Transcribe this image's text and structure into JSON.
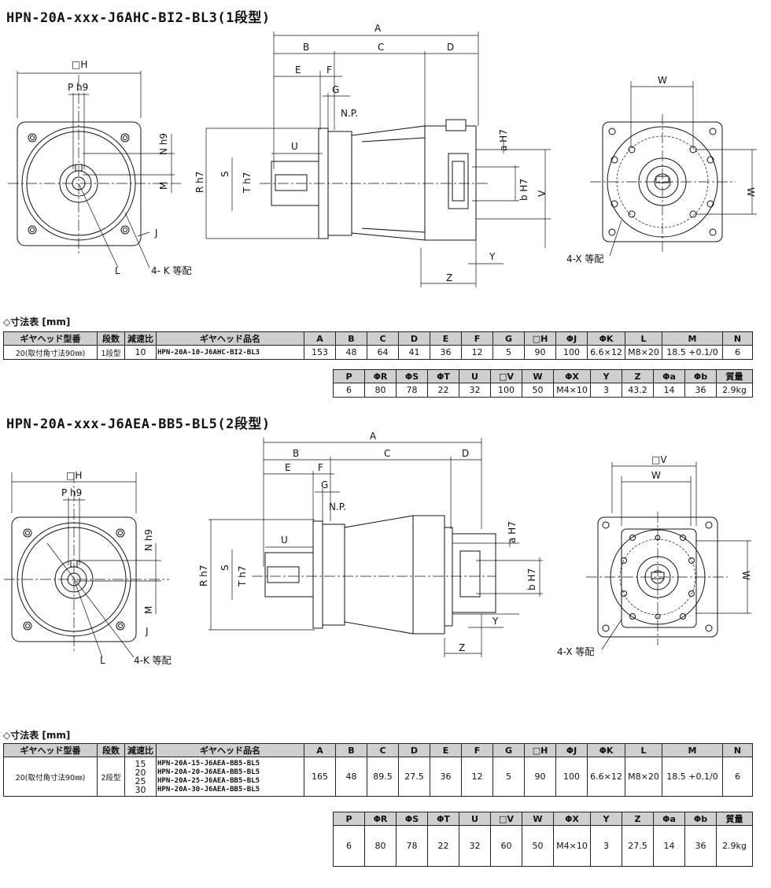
{
  "section1": {
    "title": "HPN-20A-xxx-J6AHC-BI2-BL3(1段型)",
    "labels": {
      "A": "A",
      "B": "B",
      "C": "C",
      "D": "D",
      "E": "E",
      "F": "F",
      "G": "G",
      "NP": "N.P.",
      "U": "U",
      "H": "□H",
      "Ph9": "P h9",
      "Nh9": "N h9",
      "M": "M",
      "J": "J",
      "L": "L",
      "K4": "4-  K 等配",
      "Rh7": "R h7",
      "S": "S",
      "Th7": "T h7",
      "aH7": "a H7",
      "bH7": "b H7",
      "V": "V",
      "Y": "Y",
      "Z": "Z",
      "W": "W",
      "Wv": "W",
      "X4": "4-X 等配"
    },
    "table_caption": "◇寸法表 [mm]",
    "table1": {
      "headers": [
        "ギヤヘッド型番",
        "段数",
        "減速比",
        "ギヤヘッド品名",
        "A",
        "B",
        "C",
        "D",
        "E",
        "F",
        "G",
        "□H",
        "ΦJ",
        "ΦK",
        "L",
        "M",
        "N"
      ],
      "row": [
        "20(取付角寸法90㎜)",
        "1段型",
        "10",
        "HPN-20A-10-J6AHC-BI2-BL3",
        "153",
        "48",
        "64",
        "41",
        "36",
        "12",
        "5",
        "90",
        "100",
        "6.6×12",
        "M8×20",
        "18.5 +0.1/0",
        "6"
      ]
    },
    "table2": {
      "headers": [
        "P",
        "ΦR",
        "ΦS",
        "ΦT",
        "U",
        "□V",
        "W",
        "ΦX",
        "Y",
        "Z",
        "Φa",
        "Φb",
        "質量"
      ],
      "row": [
        "6",
        "80",
        "78",
        "22",
        "32",
        "100",
        "50",
        "M4×10",
        "3",
        "43.2",
        "14",
        "36",
        "2.9kg"
      ]
    }
  },
  "section2": {
    "title": "HPN-20A-xxx-J6AEA-BB5-BL5(2段型)",
    "labels": {
      "A": "A",
      "B": "B",
      "C": "C",
      "D": "D",
      "E": "E",
      "F": "F",
      "G": "G",
      "NP": "N.P.",
      "U": "U",
      "H": "□H",
      "Ph9": "P h9",
      "Nh9": "N h9",
      "M": "M",
      "J": "J",
      "L": "L",
      "K4": "4-K 等配",
      "Rh7": "R h7",
      "S": "S",
      "Th7": "T h7",
      "aH7": "a H7",
      "bH7": "b H7",
      "Y": "Y",
      "Z": "Z",
      "V": "□V",
      "W": "W",
      "Wv": "W",
      "X4": "4-X 等配"
    },
    "table_caption": "◇寸法表 [mm]",
    "table1": {
      "headers": [
        "ギヤヘッド型番",
        "段数",
        "減速比",
        "ギヤヘッド品名",
        "A",
        "B",
        "C",
        "D",
        "E",
        "F",
        "G",
        "□H",
        "ΦJ",
        "ΦK",
        "L",
        "M",
        "N"
      ],
      "ratios": [
        "15",
        "20",
        "25",
        "30"
      ],
      "models": [
        "HPN-20A-15-J6AEA-BB5-BL5",
        "HPN-20A-20-J6AEA-BB5-BL5",
        "HPN-20A-25-J6AEA-BB5-BL5",
        "HPN-20A-30-J6AEA-BB5-BL5"
      ],
      "size": "20(取付角寸法90㎜)",
      "stages": "2段型",
      "values": [
        "165",
        "48",
        "89.5",
        "27.5",
        "36",
        "12",
        "5",
        "90",
        "100",
        "6.6×12",
        "M8×20",
        "18.5 +0.1/0",
        "6"
      ]
    },
    "table2": {
      "headers": [
        "P",
        "ΦR",
        "ΦS",
        "ΦT",
        "U",
        "□V",
        "W",
        "ΦX",
        "Y",
        "Z",
        "Φa",
        "Φb",
        "質量"
      ],
      "row": [
        "6",
        "80",
        "78",
        "22",
        "32",
        "60",
        "50",
        "M4×10",
        "3",
        "27.5",
        "14",
        "36",
        "2.9kg"
      ]
    }
  }
}
